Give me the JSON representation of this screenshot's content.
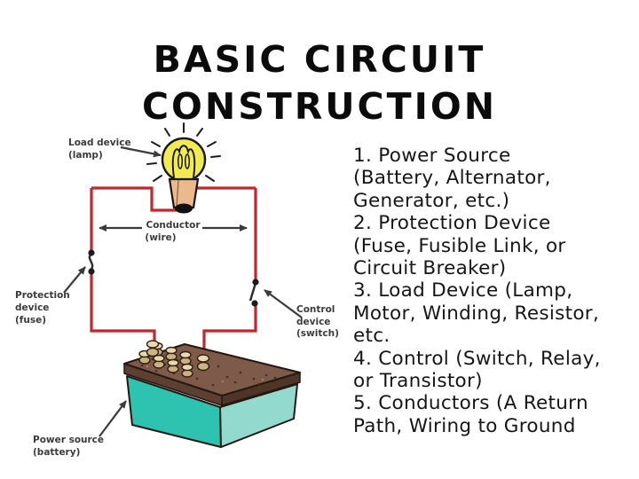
{
  "slide": {
    "title": "BASIC CIRCUIT\nCONSTRUCTION"
  },
  "component_list": {
    "items": [
      "1. Power Source\n(Battery, Alternator,\nGenerator, etc.)",
      "2. Protection Device\n(Fuse, Fusible Link, or\nCircuit Breaker)",
      "3. Load Device (Lamp,\nMotor, Winding, Resistor,\netc.",
      "4. Control (Switch, Relay,\nor Transistor)",
      "5. Conductors (A Return\nPath, Wiring to Ground"
    ]
  },
  "diagram": {
    "labels": {
      "load_device": "Load device\n(lamp)",
      "conductor": "Conductor",
      "conductor_sub": "(wire)",
      "protection": "Protection\ndevice\n(fuse)",
      "control": "Control\ndevice\n(switch)",
      "power_source": "Power source\n(battery)"
    },
    "colors": {
      "wire_red": "#c3262d",
      "bulb_yellow": "#f2ea52",
      "bulb_base_tan": "#ecb98c",
      "battery_front_teal": "#2ec3b1",
      "battery_side_teal": "#92d9ce",
      "battery_top_brown": "#7d5a49",
      "label_gray": "#3b3b3b"
    }
  }
}
